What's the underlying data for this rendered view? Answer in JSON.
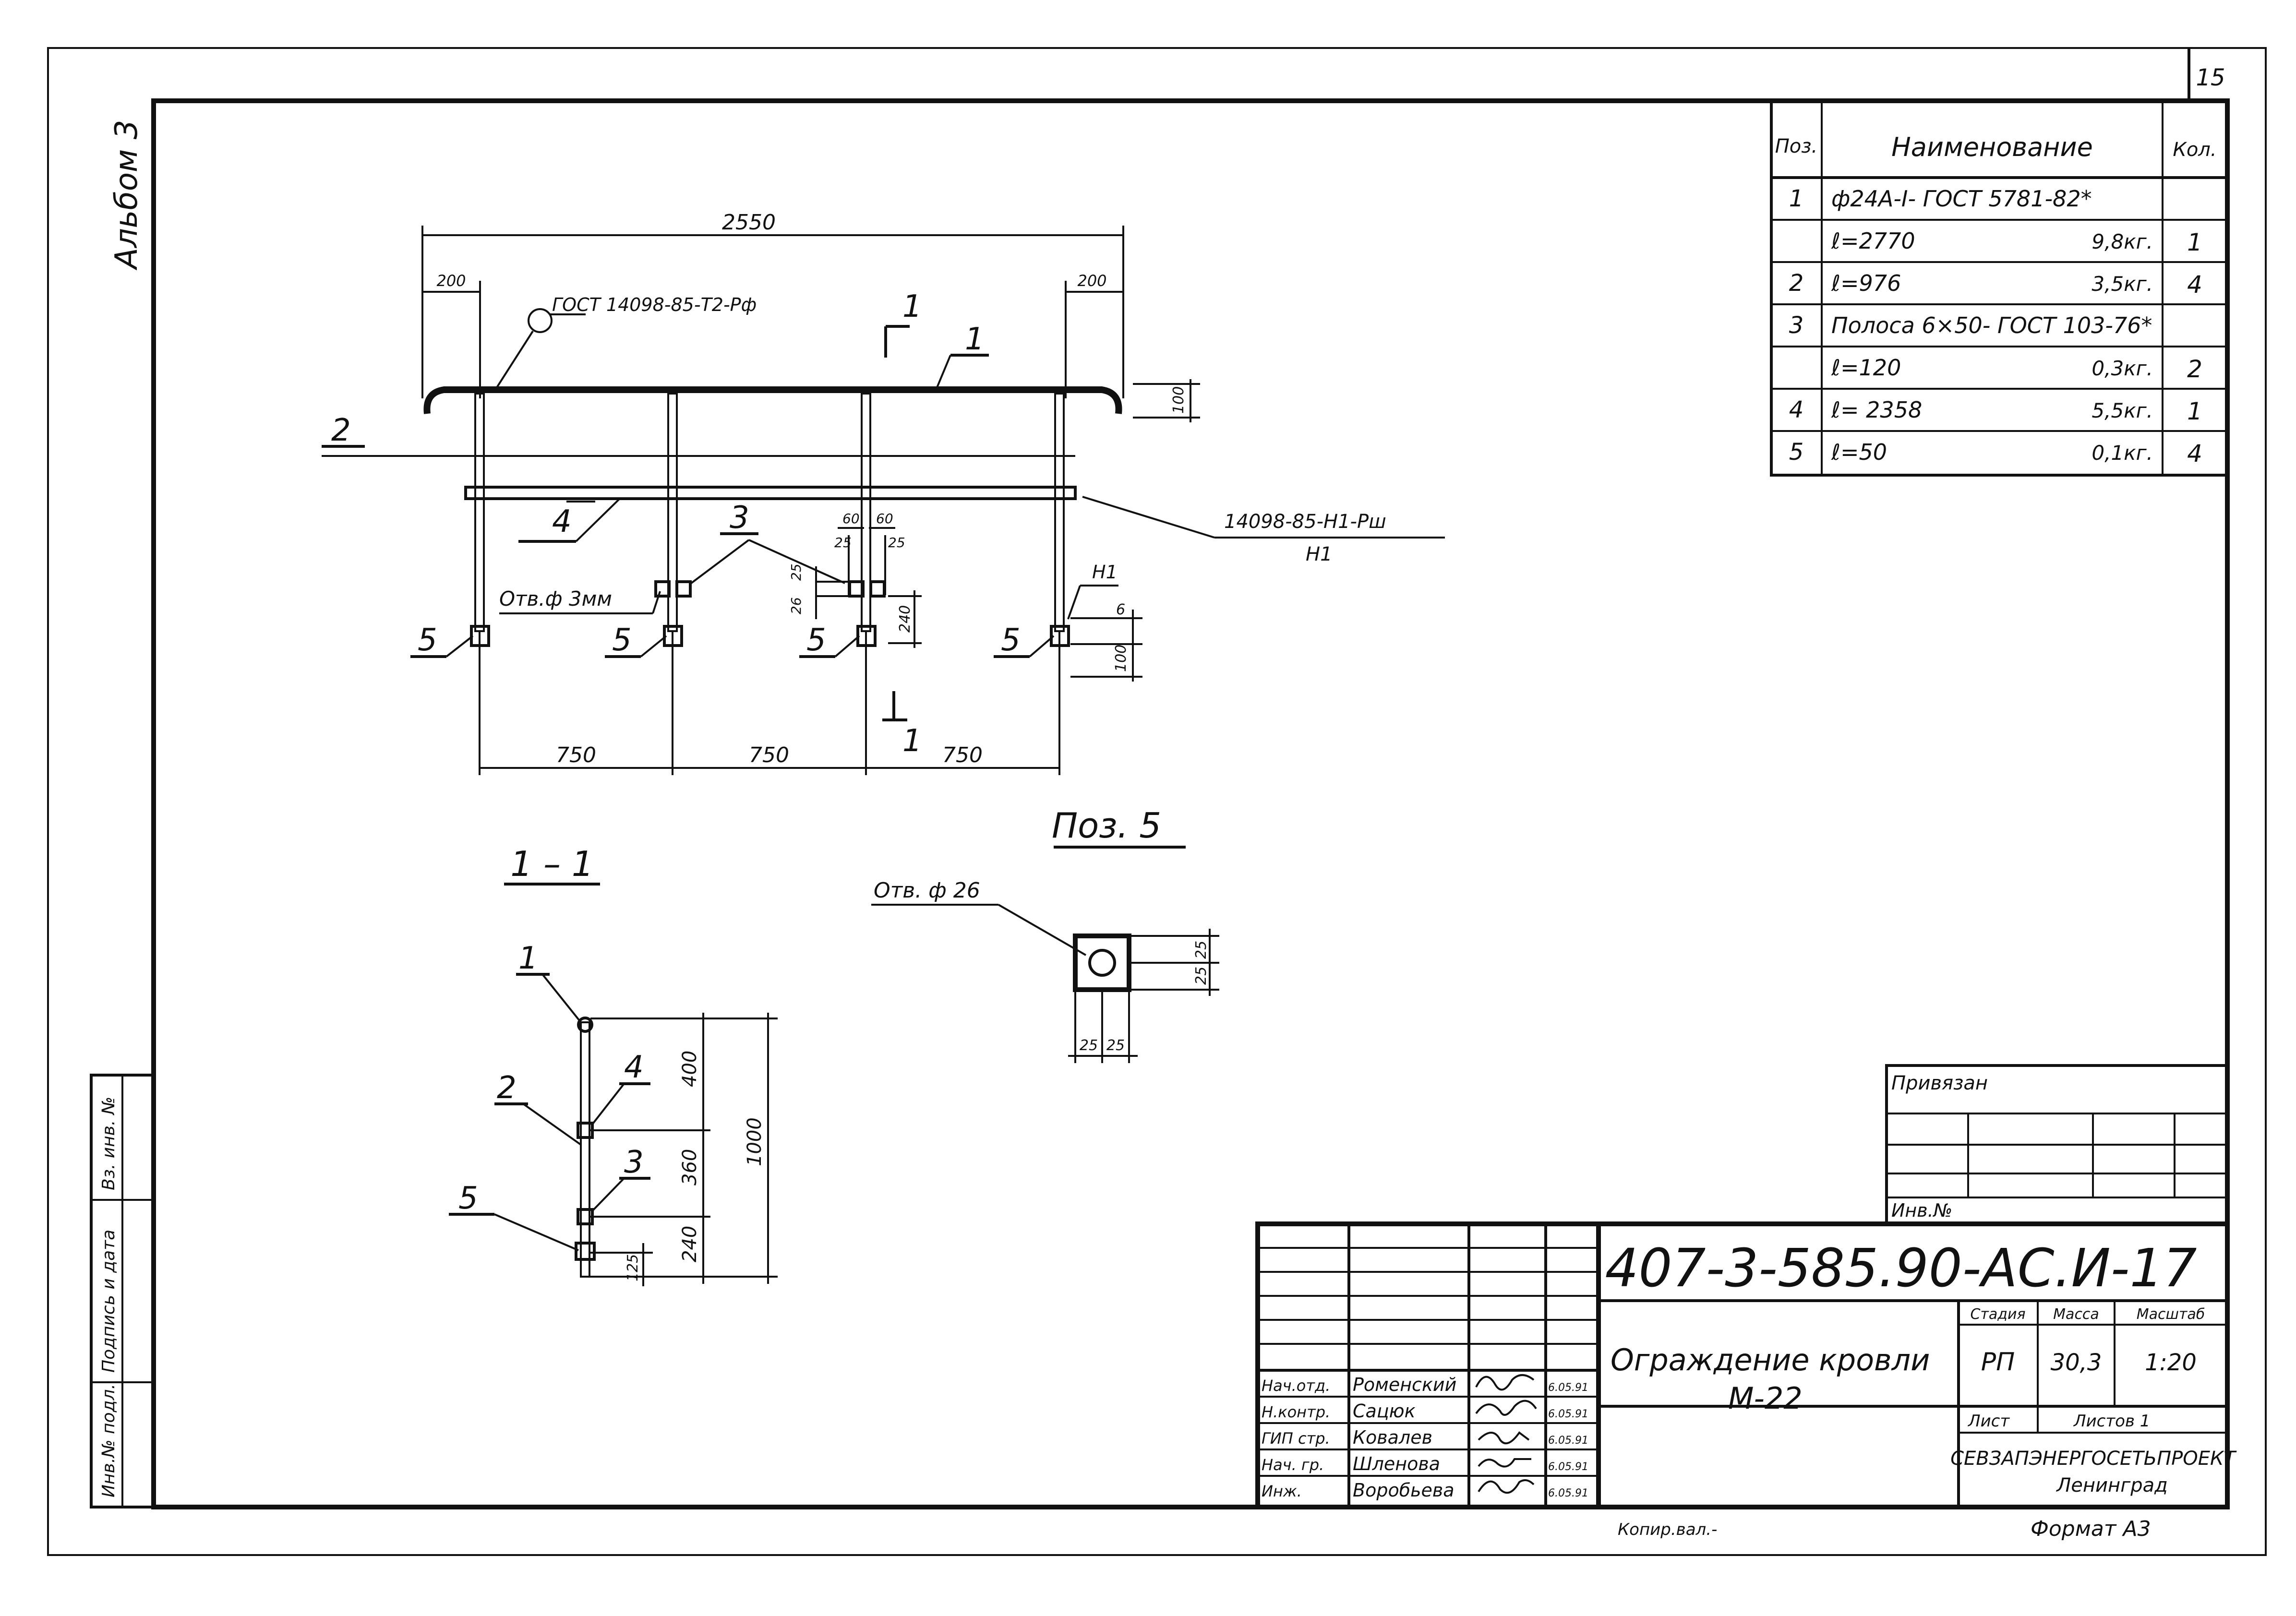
{
  "sheet_number": "15",
  "album_label": "Альбом 3",
  "spec_table": {
    "headers": {
      "pos": "Поз.",
      "name": "Наименование",
      "qty": "Кол."
    },
    "rows": [
      {
        "pos": "1",
        "name": "ф24А-I- ГОСТ 5781-82*",
        "mass": "",
        "qty": ""
      },
      {
        "pos": "",
        "name": "ℓ=2770",
        "mass": "9,8кг.",
        "qty": "1"
      },
      {
        "pos": "2",
        "name": "ℓ=976",
        "mass": "3,5кг.",
        "qty": "4"
      },
      {
        "pos": "3",
        "name": "Полоса 6×50- ГОСТ 103-76*",
        "mass": "",
        "qty": ""
      },
      {
        "pos": "",
        "name": "ℓ=120",
        "mass": "0,3кг.",
        "qty": "2"
      },
      {
        "pos": "4",
        "name": "ℓ= 2358",
        "mass": "5,5кг.",
        "qty": "1"
      },
      {
        "pos": "5",
        "name": "ℓ=50",
        "mass": "0,1кг.",
        "qty": "4"
      }
    ]
  },
  "main_view": {
    "dim_total": "2550",
    "dim_left_offset": "200",
    "dim_right_offset": "200",
    "dim_bend": "100",
    "weld_note_top": "ГОСТ 14098-85-Т2-Рф",
    "weld_note_right_1": "14098-85-Н1-Рш",
    "weld_note_right_2": "Н1",
    "hole_note": "Отв.ф 3мм",
    "bays": [
      "750",
      "750",
      "750"
    ],
    "detail_dims": [
      "60",
      "60",
      "25",
      "25",
      "25",
      "26",
      "240",
      "6",
      "100"
    ],
    "labels": {
      "pos1": "1",
      "pos2": "2",
      "pos3": "3",
      "pos4": "4",
      "pos5": "5",
      "weld_n1": "Н1"
    },
    "section_mark": "1"
  },
  "section_view": {
    "title": "1 – 1",
    "labels": [
      "1",
      "2",
      "4",
      "3",
      "5"
    ],
    "dims": {
      "upper": "400",
      "middle": "360",
      "lower": "240",
      "total": "1000",
      "bottom": "125"
    }
  },
  "pos5_view": {
    "title": "Поз. 5",
    "hole_note": "Отв. ф 26",
    "dims": [
      "25",
      "25",
      "25",
      "25"
    ]
  },
  "binding_block": {
    "title": "Привязан",
    "inv_label": "Инв.№"
  },
  "side_stamp": {
    "labels": [
      "Инв.№ подл.",
      "Подпись и дата",
      "Вз. инв. №"
    ]
  },
  "title_block": {
    "doc_code": "407-3-585.90-АС.И-17",
    "name_line1": "Ограждение кровли",
    "name_line2": "М-22",
    "headers": {
      "stage": "Стадия",
      "mass": "Масса",
      "scale": "Масштаб"
    },
    "values": {
      "stage": "РП",
      "mass": "30,3",
      "scale": "1:20"
    },
    "sheet_label": "Лист",
    "sheets_label": "Листов 1",
    "org_line1": "СЕВЗАПЭНЕРГОСЕТЬПРОЕКТ",
    "org_line2": "Ленинград",
    "staff": [
      {
        "role": "Нач.отд.",
        "name": "Роменский",
        "date": "6.05.91"
      },
      {
        "role": "Н.контр.",
        "name": "Сацюк",
        "date": "6.05.91"
      },
      {
        "role": "ГИП стр.",
        "name": "Ковалев",
        "date": "6.05.91"
      },
      {
        "role": "Нач. гр.",
        "name": "Шленова",
        "date": "6.05.91"
      },
      {
        "role": "Инж.",
        "name": "Воробьева",
        "date": "6.05.91"
      }
    ]
  },
  "footer": {
    "copied": "Копир.вал.-",
    "format": "Формат А3"
  }
}
